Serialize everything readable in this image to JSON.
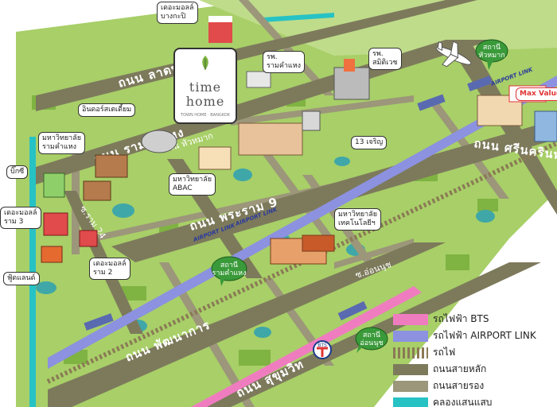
{
  "roads": {
    "ladprao": "ถนน ลาดพร้าว",
    "ramkhamhaeng": "ถนน รามคำแหง",
    "rama9": "ถนน พระราม 9",
    "pattanakarn": "ถนน พัฒนาการ",
    "sukhumvit": "ถนน สุขุมวิท",
    "srinakarin": "ถนน ศรีนครินทร์",
    "huamark": "ถนน หัวหมาก",
    "soi_on_nut": "ซ.อ่อนนุช",
    "soi_ram_24": "ซ.ราม 24"
  },
  "airport_link_marks": [
    "AIRPORT LINK",
    "AIRPORT LINK",
    "AIRPORT LINK"
  ],
  "places": {
    "mall_bangkapi": "เดอะมอลล์\nบางกะปิ",
    "ramkhamhaeng_hospital": "รพ.\nรามคำแหง",
    "samitivej_hospital": "รพ.\nสมิติเวช",
    "indoor_stadium": "อินดอร์สเตเดี้ยม",
    "ramkhamhaeng_univ": "มหาวิทยาลัย\nรามคำแหง",
    "big_c": "บิ๊กซี",
    "mall_ram3": "เดอะมอลล์\nราม 3",
    "foodland": "ฟู้ดแลนด์",
    "abac": "มหาวิทยาลัย\nABAC",
    "soi_13_charoen": "13 เจริญ",
    "rmutk": "มหาวิทยาลัย\nเทคโนโลยีฯ",
    "mall_ram2": "เดอะมอลล์\nราม 2",
    "max_value": "Max Value"
  },
  "stations": {
    "huamark_station": "สถานี\nหัวหมาก",
    "ramkhamhaeng_station": "สถานี\nรามคำแหง",
    "on_nut_station": "สถานี\nอ่อนนุช"
  },
  "logo": {
    "word1": "time",
    "word2": "home",
    "tagline": "TOWN HOME · BANGKOK"
  },
  "bts_logo_text": "BTS",
  "legend": [
    {
      "label": "รถไฟฟ้า BTS",
      "color": "#f07cc0",
      "style": "solid"
    },
    {
      "label": "รถไฟฟ้า AIRPORT LINK",
      "color": "#8c91e0",
      "style": "solid"
    },
    {
      "label": "รถไฟ",
      "color": "#8a7a55",
      "style": "dashed"
    },
    {
      "label": "ถนนสายหลัก",
      "color": "#7d7a5c",
      "style": "solid"
    },
    {
      "label": "ถนนสายรอง",
      "color": "#9c967a",
      "style": "solid"
    },
    {
      "label": "คลองแสนแสบ",
      "color": "#27c2c4",
      "style": "solid"
    }
  ],
  "colors": {
    "land": "#a8cf68",
    "land_dark": "#7fb342",
    "road_main": "#7d7a5c",
    "road_minor": "#9c967a",
    "canal": "#27c2c4",
    "bts": "#f07cc0",
    "airport_link": "#8c91e0",
    "water": "#3fa7a8",
    "bubble": "#3a9a3a"
  }
}
